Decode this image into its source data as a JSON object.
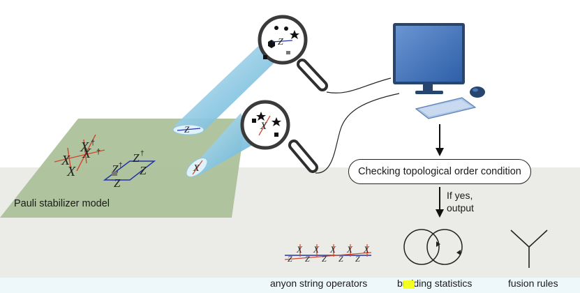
{
  "labels": {
    "model": "Pauli stabilizer model",
    "condition_box": "Checking topological order condition",
    "if_yes_line1": "If yes,",
    "if_yes_line2": "output",
    "out1": "anyon string operators",
    "out2": "braiding statistics",
    "out3": "fusion rules"
  },
  "symbols": {
    "X": "X",
    "Z": "Z",
    "dagger": "†"
  },
  "colors": {
    "plane": "#a9bf97",
    "floor": "#ebebe8",
    "beam": "#8dc7e4",
    "lens_ring": "#3a3a3a",
    "monitor": "#3f6fb5",
    "red_string": "#d0482e",
    "blue_string": "#2233aa"
  },
  "icons": [
    "magnifier-icon",
    "computer-icon",
    "keyboard-icon",
    "mouse-icon",
    "down-arrow-icon",
    "venn-circles-icon",
    "fork-icon"
  ]
}
